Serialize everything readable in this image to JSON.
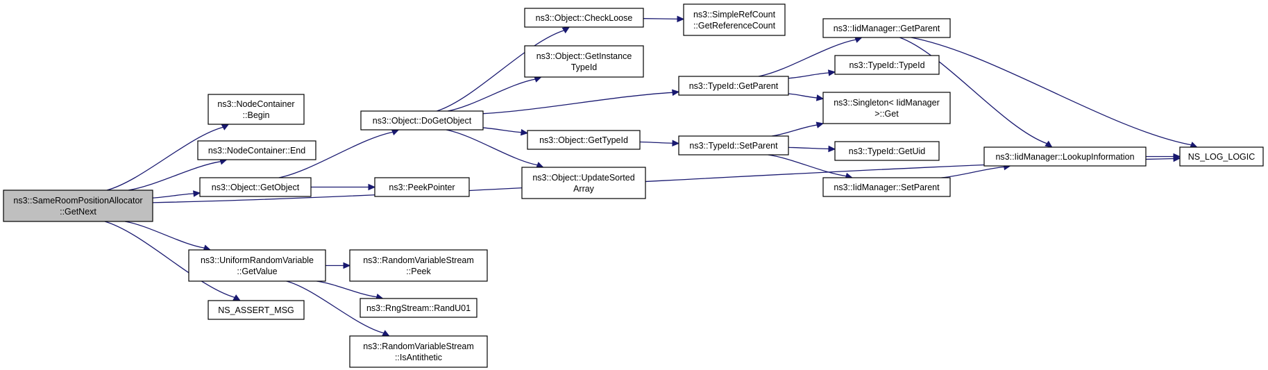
{
  "graph": {
    "root": "getnext",
    "nodes": [
      {
        "id": "getnext",
        "lines": [
          "ns3::SameRoomPositionAllocator",
          "::GetNext"
        ]
      },
      {
        "id": "begin",
        "lines": [
          "ns3::NodeContainer",
          "::Begin"
        ]
      },
      {
        "id": "end",
        "lines": [
          "ns3::NodeContainer::End"
        ]
      },
      {
        "id": "getobject",
        "lines": [
          "ns3::Object::GetObject"
        ]
      },
      {
        "id": "getvalue",
        "lines": [
          "ns3::UniformRandomVariable",
          "::GetValue"
        ]
      },
      {
        "id": "assertmsg",
        "lines": [
          "NS_ASSERT_MSG"
        ]
      },
      {
        "id": "dogetobject",
        "lines": [
          "ns3::Object::DoGetObject"
        ]
      },
      {
        "id": "peekpointer",
        "lines": [
          "ns3::PeekPointer"
        ]
      },
      {
        "id": "checkloose",
        "lines": [
          "ns3::Object::CheckLoose"
        ]
      },
      {
        "id": "getinstancetypeid",
        "lines": [
          "ns3::Object::GetInstance",
          "TypeId"
        ]
      },
      {
        "id": "gettypeid",
        "lines": [
          "ns3::Object::GetTypeId"
        ]
      },
      {
        "id": "updatesortedarray",
        "lines": [
          "ns3::Object::UpdateSorted",
          "Array"
        ]
      },
      {
        "id": "getreferencecount",
        "lines": [
          "ns3::SimpleRefCount",
          "::GetReferenceCount"
        ]
      },
      {
        "id": "typeid_getparent",
        "lines": [
          "ns3::TypeId::GetParent"
        ]
      },
      {
        "id": "typeid_setparent",
        "lines": [
          "ns3::TypeId::SetParent"
        ]
      },
      {
        "id": "rvs_peek",
        "lines": [
          "ns3::RandomVariableStream",
          "::Peek"
        ]
      },
      {
        "id": "randu01",
        "lines": [
          "ns3::RngStream::RandU01"
        ]
      },
      {
        "id": "isantithetic",
        "lines": [
          "ns3::RandomVariableStream",
          "::IsAntithetic"
        ]
      },
      {
        "id": "iid_getparent",
        "lines": [
          "ns3::IidManager::GetParent"
        ]
      },
      {
        "id": "typeid_typeid",
        "lines": [
          "ns3::TypeId::TypeId"
        ]
      },
      {
        "id": "singleton_get",
        "lines": [
          "ns3::Singleton< IidManager",
          " >::Get"
        ]
      },
      {
        "id": "typeid_getuid",
        "lines": [
          "ns3::TypeId::GetUid"
        ]
      },
      {
        "id": "iid_setparent",
        "lines": [
          "ns3::IidManager::SetParent"
        ]
      },
      {
        "id": "lookupinformation",
        "lines": [
          "ns3::IidManager::LookupInformation"
        ]
      },
      {
        "id": "ns_log_logic",
        "lines": [
          "NS_LOG_LOGIC"
        ]
      }
    ],
    "edges": [
      [
        "getnext",
        "begin"
      ],
      [
        "getnext",
        "end"
      ],
      [
        "getnext",
        "getobject"
      ],
      [
        "getnext",
        "getvalue"
      ],
      [
        "getnext",
        "assertmsg"
      ],
      [
        "getnext",
        "ns_log_logic"
      ],
      [
        "getobject",
        "dogetobject"
      ],
      [
        "getobject",
        "peekpointer"
      ],
      [
        "dogetobject",
        "checkloose"
      ],
      [
        "dogetobject",
        "getinstancetypeid"
      ],
      [
        "dogetobject",
        "gettypeid"
      ],
      [
        "dogetobject",
        "updatesortedarray"
      ],
      [
        "dogetobject",
        "typeid_getparent"
      ],
      [
        "checkloose",
        "getreferencecount"
      ],
      [
        "gettypeid",
        "typeid_setparent"
      ],
      [
        "typeid_getparent",
        "iid_getparent"
      ],
      [
        "typeid_getparent",
        "typeid_typeid"
      ],
      [
        "typeid_getparent",
        "singleton_get"
      ],
      [
        "typeid_setparent",
        "singleton_get"
      ],
      [
        "typeid_setparent",
        "typeid_getuid"
      ],
      [
        "typeid_setparent",
        "iid_setparent"
      ],
      [
        "iid_getparent",
        "lookupinformation"
      ],
      [
        "iid_getparent",
        "ns_log_logic"
      ],
      [
        "iid_setparent",
        "lookupinformation"
      ],
      [
        "lookupinformation",
        "ns_log_logic"
      ],
      [
        "getvalue",
        "rvs_peek"
      ],
      [
        "getvalue",
        "randu01"
      ],
      [
        "getvalue",
        "isantithetic"
      ]
    ]
  }
}
